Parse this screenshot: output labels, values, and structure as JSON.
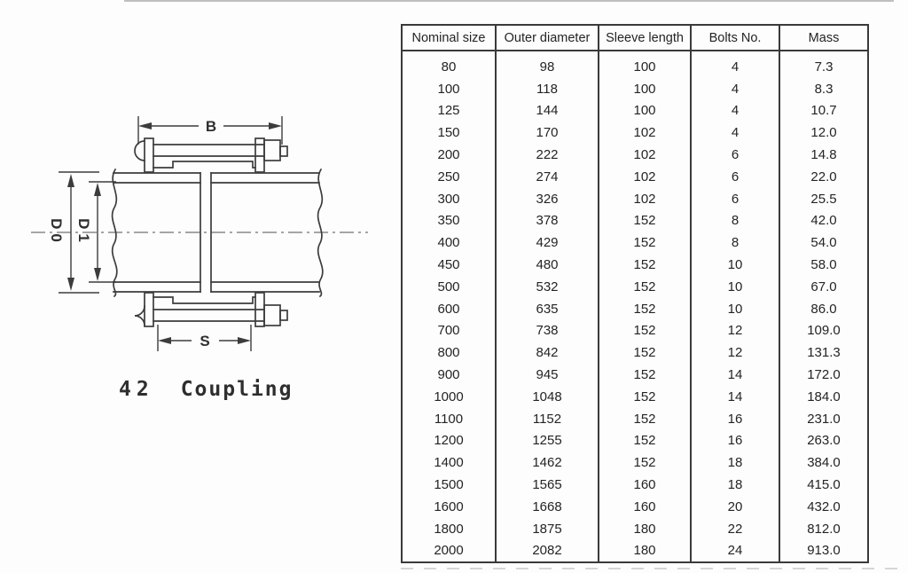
{
  "figure": {
    "number": "42",
    "title": "Coupling",
    "dims": {
      "b": "B",
      "s": "S",
      "d0": "D0",
      "d1": "D1"
    }
  },
  "table": {
    "columns": [
      "Nominal size",
      "Outer diameter",
      "Sleeve length",
      "Bolts No.",
      "Mass"
    ],
    "rows": [
      [
        "80",
        "98",
        "100",
        "4",
        "7.3"
      ],
      [
        "100",
        "118",
        "100",
        "4",
        "8.3"
      ],
      [
        "125",
        "144",
        "100",
        "4",
        "10.7"
      ],
      [
        "150",
        "170",
        "102",
        "4",
        "12.0"
      ],
      [
        "200",
        "222",
        "102",
        "6",
        "14.8"
      ],
      [
        "250",
        "274",
        "102",
        "6",
        "22.0"
      ],
      [
        "300",
        "326",
        "102",
        "6",
        "25.5"
      ],
      [
        "350",
        "378",
        "152",
        "8",
        "42.0"
      ],
      [
        "400",
        "429",
        "152",
        "8",
        "54.0"
      ],
      [
        "450",
        "480",
        "152",
        "10",
        "58.0"
      ],
      [
        "500",
        "532",
        "152",
        "10",
        "67.0"
      ],
      [
        "600",
        "635",
        "152",
        "10",
        "86.0"
      ],
      [
        "700",
        "738",
        "152",
        "12",
        "109.0"
      ],
      [
        "800",
        "842",
        "152",
        "12",
        "131.3"
      ],
      [
        "900",
        "945",
        "152",
        "14",
        "172.0"
      ],
      [
        "1000",
        "1048",
        "152",
        "14",
        "184.0"
      ],
      [
        "1100",
        "1152",
        "152",
        "16",
        "231.0"
      ],
      [
        "1200",
        "1255",
        "152",
        "16",
        "263.0"
      ],
      [
        "1400",
        "1462",
        "152",
        "18",
        "384.0"
      ],
      [
        "1500",
        "1565",
        "160",
        "18",
        "415.0"
      ],
      [
        "1600",
        "1668",
        "160",
        "20",
        "432.0"
      ],
      [
        "1800",
        "1875",
        "180",
        "22",
        "812.0"
      ],
      [
        "2000",
        "2082",
        "180",
        "24",
        "913.0"
      ]
    ]
  },
  "colors": {
    "line": "#3c3c3c",
    "centerline": "#8a8a8a",
    "text": "#2b2b2b"
  }
}
